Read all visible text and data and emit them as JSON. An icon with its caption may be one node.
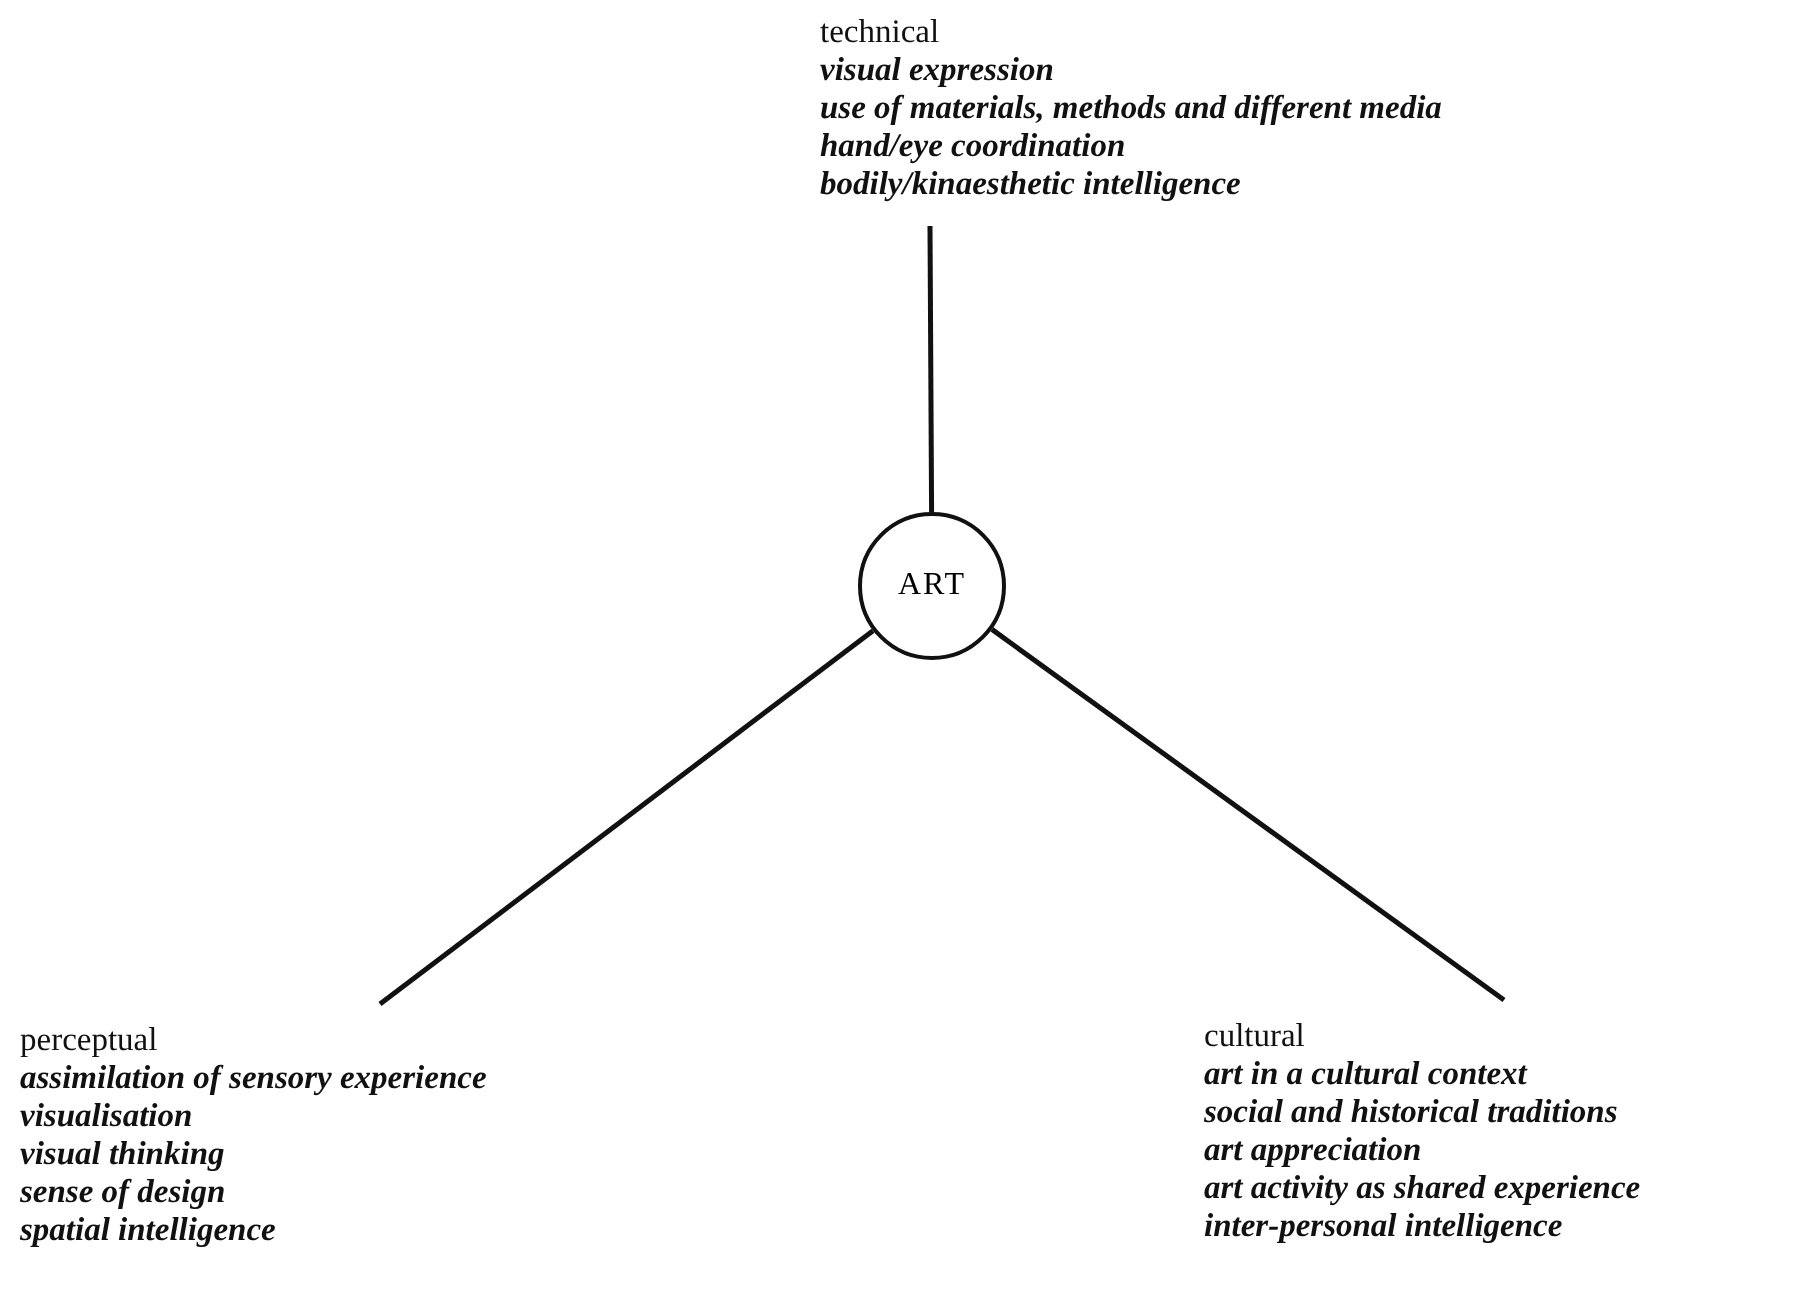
{
  "diagram": {
    "nodes": [
      {
        "text": [
          "technical",
          "visual expression",
          "use of materials, methods and different media",
          "hand/eye coordination",
          "bodily/kinaesthetic intelligence"
        ]
      },
      {
        "text": [
          "ART"
        ]
      },
      {
        "text": [
          "perceptual",
          "assimilation of sensory experience",
          "visualisation",
          "visual thinking",
          "sense of design",
          "spatial intelligence"
        ]
      },
      {
        "text": [
          "cultural",
          "art in a cultural context",
          "social and historical traditions",
          "art appreciation",
          "art activity as shared experience",
          "inter-personal intelligence"
        ]
      }
    ],
    "edges": [
      {
        "from": 1,
        "to": 0,
        "arrow": "none"
      },
      {
        "from": 1,
        "to": 2,
        "arrow": "none"
      },
      {
        "from": 1,
        "to": 3,
        "arrow": "none"
      }
    ]
  }
}
